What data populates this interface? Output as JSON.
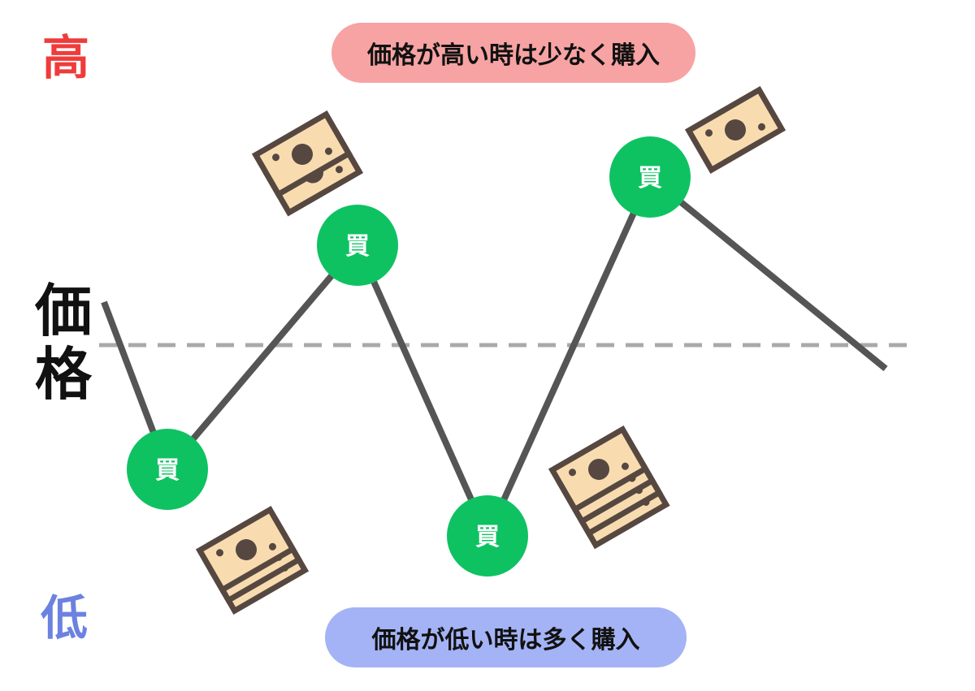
{
  "labels": {
    "high": "高",
    "low": "低",
    "axis_chars": [
      "価",
      "格"
    ],
    "high_note": "価格が高い時は少なく購入",
    "low_note": "価格が低い時は多く購入",
    "buy": "買"
  },
  "colors": {
    "high": "#ef3b3b",
    "low": "#6b82e0",
    "high_pill": "#f7a3a3",
    "low_pill": "#a4b3f5",
    "line": "#555555",
    "dash": "#a9a9a9",
    "buy_circle": "#0ec262",
    "bill_fill": "#f8dcb0",
    "bill_stroke": "#564840"
  },
  "icons": [
    "money-bill-icon"
  ],
  "bill_stacks": [
    {
      "position": "left-low",
      "count": 3
    },
    {
      "position": "mid-high",
      "count": 2
    },
    {
      "position": "mid-low",
      "count": 4
    },
    {
      "position": "right-high",
      "count": 1
    }
  ]
}
